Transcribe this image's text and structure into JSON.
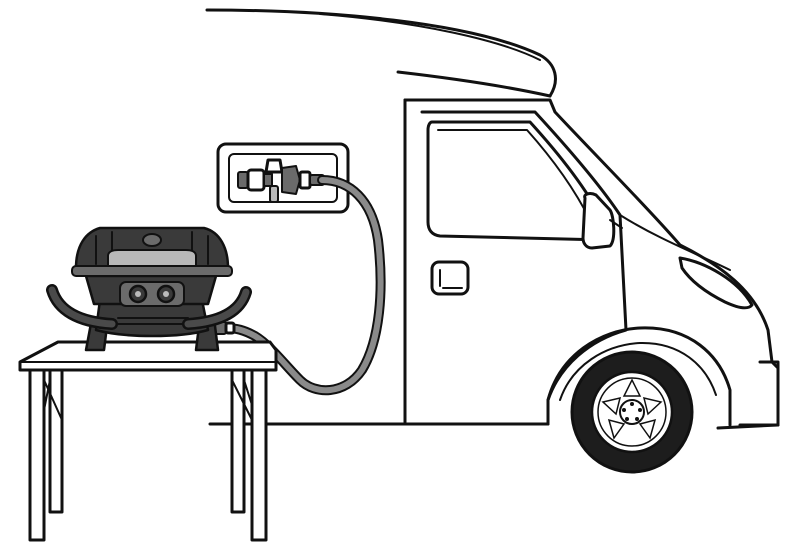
{
  "illustration": {
    "colors": {
      "line": "#111111",
      "background": "#ffffff",
      "grill_body": "#3a3a3a",
      "hose": "#8a8a8a"
    },
    "icons": [
      "campervan",
      "portable-gas-grill",
      "folding-table",
      "gas-outlet-valve",
      "gas-hose"
    ]
  }
}
